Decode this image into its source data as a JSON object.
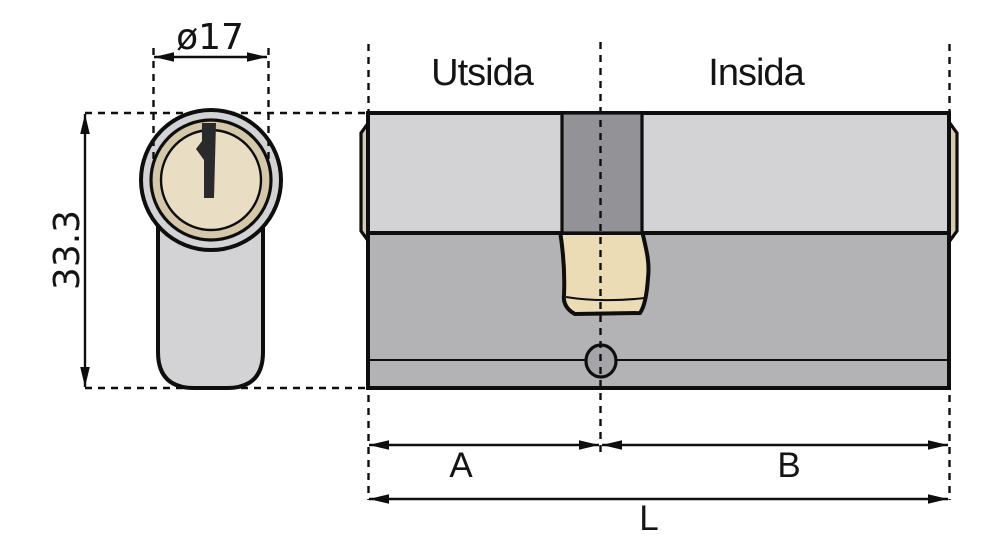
{
  "labels": {
    "front_diameter": "ø17",
    "front_height": "33.3",
    "outside": "Utsida",
    "inside": "Insida",
    "dim_a": "A",
    "dim_b": "B",
    "dim_total": "L"
  },
  "colors": {
    "background": "#ffffff",
    "outline": "#0e0e0e",
    "text": "#141414",
    "body_light_gray": "#d3d3d5",
    "body_mid_gray": "#b3b3b5",
    "cam_band_gray": "#939397",
    "screw_gray": "#a5a5a9",
    "cam_tan": "#ecdcb6",
    "end_cap_tan": "#d7cbad",
    "bezel_tan": "#d5c8aa",
    "plug_face_tan": "#e9dec4",
    "keyway_dark": "#2a2a2d"
  }
}
